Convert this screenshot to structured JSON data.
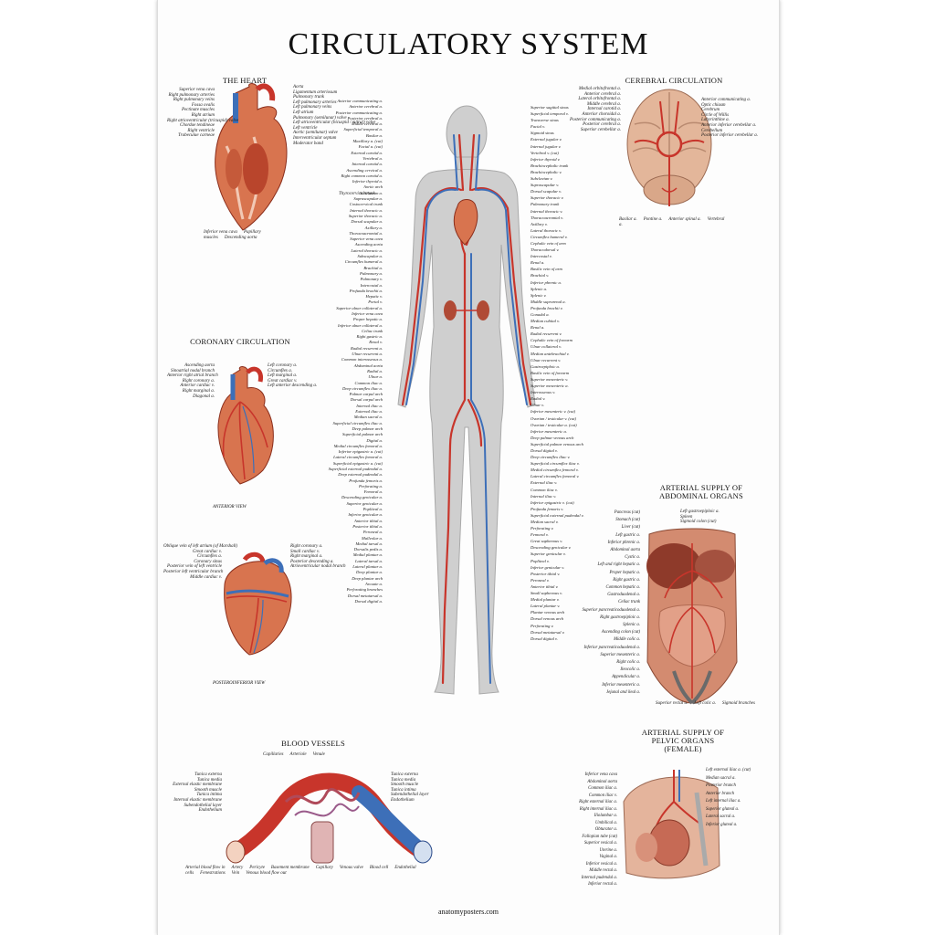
{
  "title": "CIRCULATORY SYSTEM",
  "footer": "anatomyposters.com",
  "sections": {
    "heart": "THE HEART",
    "cerebral": "CEREBRAL CIRCULATION",
    "coronary": "CORONARY CIRCULATION",
    "abdominal_line1": "ARTERIAL SUPPLY OF",
    "abdominal_line2": "ABDOMINAL ORGANS",
    "pelvic_line1": "ARTERIAL SUPPLY OF",
    "pelvic_line2": "PELVIC ORGANS",
    "pelvic_line3": "(FEMALE)",
    "vessels": "BLOOD VESSELS"
  },
  "captions": {
    "anterior": "ANTERIOR VIEW",
    "posteroinferior": "POSTEROINFERIOR VIEW"
  },
  "heart_labels": {
    "left": [
      "Superior vena cava",
      "Right pulmonary arteries",
      "Right pulmonary veins",
      "Fossa ovalis",
      "Pectinate muscles",
      "Right atrium",
      "Right atrioventricular (tricuspid) valve",
      "Chordae tendineae",
      "Right ventricle",
      "Trabeculae carneae"
    ],
    "right": [
      "Aorta",
      "Ligamentum arteriosum",
      "Pulmonary trunk",
      "Left pulmonary arteries",
      "Left pulmonary veins",
      "Left atrium",
      "Pulmonary (semilunar) valve",
      "Left atrioventricular (bicuspid / mitral) valve",
      "Left ventricle",
      "Aortic (semilunar) valve",
      "Interventricular septum",
      "Moderator band"
    ],
    "bottom": [
      "Inferior vena cava",
      "Papillary muscles",
      "Descending aorta"
    ]
  },
  "cerebral_labels": {
    "left": [
      "Medial orbitofrontal a.",
      "Anterior cerebral a.",
      "Lateral orbitofrontal a.",
      "Middle cerebral a.",
      "Internal carotid a.",
      "Anterior choroidal a.",
      "Posterior communicating a.",
      "Posterior cerebral a.",
      "Superior cerebellar a."
    ],
    "right": [
      "Anterior communicating a.",
      "Optic chiasm",
      "Cerebrum",
      "Circle of Willis",
      "Labyrinthine a.",
      "Anterior inferior cerebellar a.",
      "Cerebellum",
      "Posterior inferior cerebellar a."
    ],
    "bottom": [
      "Basilar a.",
      "Pontine a.",
      "Anterior spinal a.",
      "Vertebral a."
    ]
  },
  "coronary_labels": {
    "left": [
      "Ascending aorta",
      "Sinoatrial nodal branch",
      "Anterior right atrial branch",
      "Right coronary a.",
      "Anterior cardiac v.",
      "Right marginal a.",
      "Diagonal a."
    ],
    "right": [
      "Left coronary a.",
      "Circumflex a.",
      "Left marginal a.",
      "Great cardiac v.",
      "Left anterior descending a."
    ]
  },
  "posterior_labels": {
    "left": [
      "Oblique vein of left atrium (of Marshall)",
      "Great cardiac v.",
      "Circumflex a.",
      "Coronary sinus",
      "Posterior vein of left ventricle",
      "Posterior left ventricular branch",
      "Middle cardiac v."
    ],
    "right": [
      "Right coronary a.",
      "Small cardiac v.",
      "Right marginal a.",
      "Posterior descending a.",
      "Atrioventricular nodal branch"
    ]
  },
  "body_labels": {
    "left": [
      "Anterior communicating a.",
      "Anterior cerebral a.",
      "Posterior communicating a.",
      "Posterior cerebral a.",
      "Middle cerebral a.",
      "Superficial temporal a.",
      "Basilar a.",
      "Maxillary a. (cut)",
      "Facial a. (cut)",
      "External carotid a.",
      "Vertebral a.",
      "Internal carotid a.",
      "Ascending cervical a.",
      "Right common carotid a.",
      "Inferior thyroid a.",
      "Aortic arch",
      "Subclavian a.",
      "Suprascapular a.",
      "Costocervical trunk",
      "Internal thoracic a.",
      "Superior thoracic a.",
      "Dorsal scapular a.",
      "Axillary a.",
      "Thoracoacromial a.",
      "Superior vena cava",
      "Ascending aorta",
      "Lateral thoracic a.",
      "Subscapular a.",
      "Circumflex humeral a.",
      "Brachial a.",
      "Pulmonary a.",
      "Pulmonary v.",
      "Intercostal a.",
      "Profunda brachii a.",
      "Hepatic v.",
      "Portal v.",
      "Superior ulnar collateral a.",
      "Inferior vena cava",
      "Proper hepatic a.",
      "Inferior ulnar collateral a.",
      "Celiac trunk",
      "Right gastric a.",
      "Renal v.",
      "Radial recurrent a.",
      "Ulnar recurrent a.",
      "Common interosseous a.",
      "Abdominal aorta",
      "Radial a.",
      "Ulnar a.",
      "Common iliac a.",
      "Deep circumflex iliac a.",
      "Palmar carpal arch",
      "Dorsal carpal arch",
      "Internal iliac a.",
      "External iliac a.",
      "Median sacral a.",
      "Superficial circumflex iliac a.",
      "Deep palmar arch",
      "Superficial palmar arch",
      "Digital a.",
      "Medial circumflex femoral a.",
      "Inferior epigastric a. (cut)",
      "Lateral circumflex femoral a.",
      "Superficial epigastric a. (cut)",
      "Superficial external pudendal a.",
      "Deep external pudendal a.",
      "Profunda femoris a.",
      "Perforating a.",
      "Femoral a.",
      "Descending genicular a.",
      "Superior genicular a.",
      "Popliteal a.",
      "Inferior genicular a.",
      "Anterior tibial a.",
      "Posterior tibial a.",
      "Peroneal a.",
      "Malleolar a.",
      "Medial tarsal a.",
      "Dorsalis pedis a.",
      "Medial plantar a.",
      "Lateral tarsal a.",
      "Lateral plantar a.",
      "Deep plantar a.",
      "Deep plantar arch",
      "Arcuate a.",
      "Perforating branches",
      "Dorsal metatarsal a.",
      "Dorsal digital a."
    ],
    "right": [
      "Superior sagittal sinus",
      "Superficial temporal v.",
      "Transverse sinus",
      "Facial v.",
      "Sigmoid sinus",
      "External jugular v.",
      "Internal jugular v.",
      "Vertebral v. (cut)",
      "Inferior thyroid v.",
      "Brachiocephalic trunk",
      "Brachiocephalic v.",
      "Subclavian v.",
      "Suprascapular v.",
      "Dorsal scapular v.",
      "Superior thoracic v.",
      "Pulmonary trunk",
      "Internal thoracic v.",
      "Thoracoacromial v.",
      "Axillary v.",
      "Lateral thoracic v.",
      "Circumflex humeral v.",
      "Cephalic vein of arm",
      "Thoracodorsal v.",
      "Intercostal v.",
      "Renal a.",
      "Basilic vein of arm",
      "Brachial v.",
      "Inferior phrenic a.",
      "Splenic a.",
      "Splenic v.",
      "Middle suprarenal a.",
      "Profunda brachii v.",
      "Gonadal a.",
      "Median cubital v.",
      "Renal a.",
      "Radial recurrent v.",
      "Cephalic vein of forearm",
      "Ulnar collateral v.",
      "Median antebrachial v.",
      "Ulnar recurrent v.",
      "Gastroepiploic a.",
      "Basilic vein of forearm",
      "Superior mesenteric v.",
      "Superior mesenteric a.",
      "Interosseous v.",
      "Radial v.",
      "Ulnar v.",
      "Inferior mesenteric v. (cut)",
      "Ovarian / testicular v. (cut)",
      "Ovarian / testicular a. (cut)",
      "Inferior mesenteric a.",
      "Deep palmar venous arch",
      "Superficial palmar venous arch",
      "Dorsal digital v.",
      "Deep circumflex iliac v.",
      "Superficial circumflex iliac v.",
      "Medial circumflex femoral v.",
      "Lateral circumflex femoral v.",
      "External iliac v.",
      "Common iliac v.",
      "Internal iliac v.",
      "Inferior epigastric v. (cut)",
      "Profunda femoris v.",
      "Superficial external pudendal v.",
      "Median sacral v.",
      "Perforating v.",
      "Femoral v.",
      "Great saphenous v.",
      "Descending genicular v.",
      "Superior genicular v.",
      "Popliteal v.",
      "Inferior genicular v.",
      "Posterior tibial v.",
      "Peroneal v.",
      "Anterior tibial v.",
      "Small saphenous v.",
      "Medial plantar v.",
      "Lateral plantar v.",
      "Plantar venous arch",
      "Dorsal venous arch",
      "Perforating v.",
      "Dorsal metatarsal v.",
      "Dorsal digital v."
    ],
    "right_extra": [
      "Thyrocervical trunk"
    ]
  },
  "abdominal_labels": {
    "left": [
      "Pancreas (cut)",
      "Stomach (cut)",
      "Liver (cut)",
      "Left gastric a.",
      "Inferior phrenic a.",
      "Abdominal aorta",
      "Cystic a.",
      "Left and right hepatic a.",
      "Proper hepatic a.",
      "Right gastric a.",
      "Common hepatic a.",
      "Gastroduodenal a.",
      "Celiac trunk",
      "Superior pancreaticoduodenal a.",
      "Right gastroepiploic a.",
      "Splenic a.",
      "Ascending colon (cut)",
      "Middle colic a.",
      "Inferior pancreaticoduodenal a.",
      "Superior mesenteric a.",
      "Right colic a.",
      "Ileocolic a.",
      "Appendicular a.",
      "Inferior mesenteric a.",
      "Jejunal and ileal a."
    ],
    "right": [
      "Left gastroepiploic a.",
      "Spleen",
      "Sigmoid colon (cut)"
    ],
    "bottom": [
      "Superior rectal a.",
      "Left colic a.",
      "Sigmoid branches"
    ]
  },
  "pelvic_labels": {
    "left": [
      "Inferior vena cava",
      "Abdominal aorta",
      "Common iliac a.",
      "Common iliac v.",
      "Right external iliac a.",
      "Right internal iliac a.",
      "Iliolumbar a.",
      "Umbilical a.",
      "Obturator a.",
      "Fallopian tube (cut)",
      "Superior vesical a.",
      "Uterine a.",
      "Vaginal a.",
      "Inferior vesical a.",
      "Middle rectal a.",
      "Internal pudendal a.",
      "Inferior rectal a."
    ],
    "right": [
      "Left external iliac a. (cut)",
      "Median sacral a.",
      "Posterior branch",
      "Anterior branch",
      "Left internal iliac a.",
      "Superior gluteal a.",
      "Lateral sacral a.",
      "Inferior gluteal a."
    ]
  },
  "vessel_labels": {
    "top": [
      "Capillaries",
      "Arteriole",
      "Venule"
    ],
    "left": [
      "Tunica externa",
      "Tunica media",
      "External elastic membrane",
      "Smooth muscle",
      "Tunica intima",
      "Internal elastic membrane",
      "Subendothelial layer",
      "Endothelium"
    ],
    "right": [
      "Tunica externa",
      "Tunica media",
      "Smooth muscle",
      "Tunica intima",
      "Subendothelial layer",
      "Endothelium"
    ],
    "bottom": [
      "Arterial blood flow in",
      "Artery",
      "Pericyte",
      "Basement membrane",
      "Capillary",
      "Venous valve",
      "Blood cell",
      "Endothelial cells",
      "Fenestrations",
      "Vein",
      "Venous blood flow out"
    ]
  },
  "colors": {
    "artery": "#c8352b",
    "vein": "#3d6fb8",
    "body": "#cfcfcf",
    "heart": "#d8744f",
    "brain": "#e3b69a"
  }
}
